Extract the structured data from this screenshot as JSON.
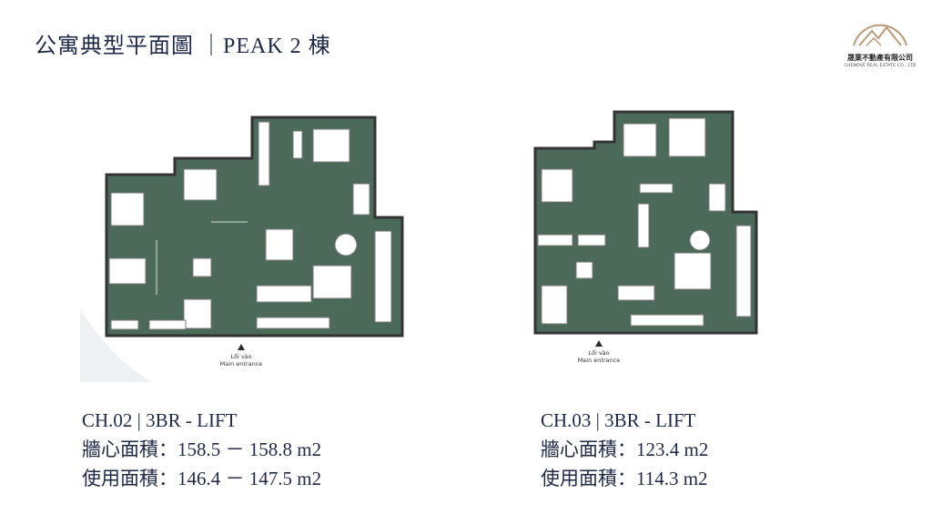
{
  "title": "公寓典型平面圖 ｜PEAK 2 棟",
  "logo": {
    "name": "晟業不動產有限公司",
    "sub": "CHENOVE REAL ESTATE CO., LTD",
    "color": "#b89a78"
  },
  "colors": {
    "accent_text": "#1f2a4a",
    "plan_green": "#4c6a5a",
    "plan_wall": "#3a3a3a"
  },
  "units": [
    {
      "code_line": "CH.02 | 3BR - LIFT",
      "wall_area": "牆心面積：158.5 － 158.8 m2",
      "usable_area": "使用面積：146.4 － 147.5 m2",
      "entrance_vi": "Lối vào",
      "entrance_en": "Main entrance"
    },
    {
      "code_line": "CH.03 | 3BR - LIFT",
      "wall_area": "牆心面積：123.4 m2",
      "usable_area": "使用面積：114.3 m2",
      "entrance_vi": "Lối vào",
      "entrance_en": "Main entrance"
    }
  ]
}
